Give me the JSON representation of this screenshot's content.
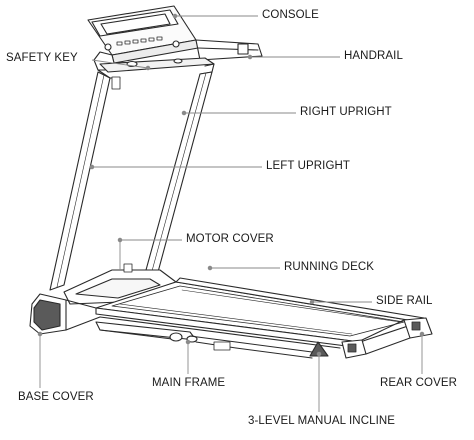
{
  "labels": {
    "console": "CONSOLE",
    "safety_key": "SAFETY KEY",
    "handrail": "HANDRAIL",
    "right_upright": "RIGHT UPRIGHT",
    "left_upright": "LEFT UPRIGHT",
    "motor_cover": "MOTOR COVER",
    "running_deck": "RUNNING DECK",
    "side_rail": "SIDE RAIL",
    "base_cover": "BASE COVER",
    "main_frame": "MAIN FRAME",
    "rear_cover": "REAR COVER",
    "incline": "3-LEVEL MANUAL INCLINE"
  },
  "colors": {
    "line": "#2a2a2a",
    "leader": "#8a8a8a",
    "fill_dark": "#555555",
    "fill_light": "#f4f4f4"
  }
}
